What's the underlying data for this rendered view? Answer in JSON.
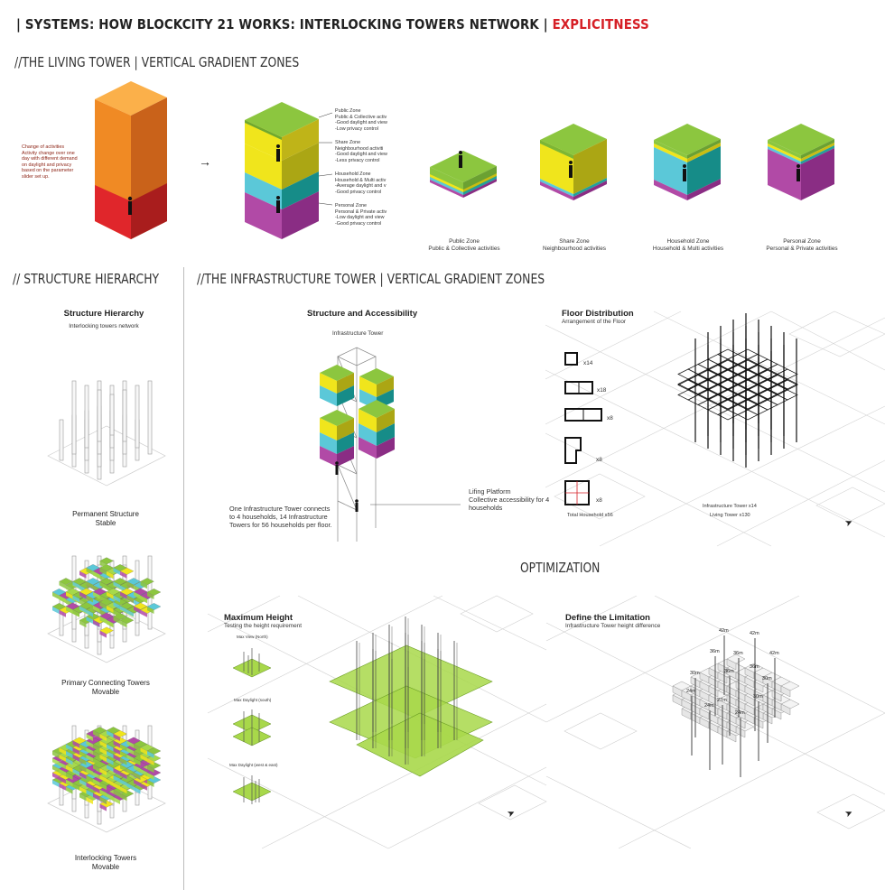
{
  "header": {
    "title": "| SYSTEMS: HOW BLOCKCITY 21 WORKS: INTERLOCKING TOWERS NETWORK",
    "sep": " | ",
    "highlight": "EXPLICITNESS"
  },
  "living_tower": {
    "section_title": "//THE LIVING TOWER | VERTICAL GRADIENT ZONES",
    "note": [
      "Change of activities",
      "Activity change over one",
      "day with different demand",
      "on daylight and privacy",
      "based on the parameter",
      "slider set up."
    ],
    "arrow": "→",
    "zones": [
      {
        "lines": [
          "Public Zone",
          "Public & Collective activ",
          "-Good daylight and view",
          "-Low privacy control"
        ]
      },
      {
        "lines": [
          "Share Zone",
          "Neighbourhood activiti",
          "-Good daylight and view",
          "-Less privacy control"
        ]
      },
      {
        "lines": [
          "Household Zone",
          "Household & Multi activ",
          "-Average daylight and v",
          "-Good privacy control"
        ]
      },
      {
        "lines": [
          "Personal Zone",
          "Personal & Private activ",
          "-Low daylight and view",
          "-Good privacy control"
        ]
      }
    ],
    "cubes": [
      {
        "title": "Public Zone",
        "sub": "Public & Collective activities"
      },
      {
        "title": "Share Zone",
        "sub": "Neighbourhood activities"
      },
      {
        "title": "Household Zone",
        "sub": "Household & Multi activities"
      },
      {
        "title": "Personal Zone",
        "sub": "Personal & Private activities"
      }
    ],
    "colors": {
      "green": "#8cc63f",
      "yellow": "#f0e51c",
      "cyan": "#5bc8d8",
      "magenta": "#b14aa6",
      "orange": "#f28c28",
      "red": "#e0262b"
    }
  },
  "hierarchy": {
    "section_title": "// STRUCTURE HIERARCHY",
    "title": "Structure Hierarchy",
    "subtitle": "Interlocking towers network",
    "captions": [
      [
        "Permanent Structure",
        "Stable"
      ],
      [
        "Primary Connecting Towers",
        "Movable"
      ],
      [
        "Interlocking Towers",
        "Movable"
      ]
    ]
  },
  "infra": {
    "section_title": "//THE INFRASTRUCTURE TOWER | VERTICAL GRADIENT ZONES",
    "structure_title": "Structure and Accessibility",
    "tower_label": "Infrastructure Tower",
    "connect_note": [
      "One Infrastructure Tower connects",
      "to 4 households, 14 Infrastructure",
      "Towers for 56 households per floor."
    ],
    "lift_note": [
      "Lifing Platform",
      "Collective accessibility for 4",
      "households"
    ],
    "floor_title": "Floor Distribution",
    "floor_sub": "Arrangement of the Floor",
    "floor_counts": [
      "x14",
      "x18",
      "x8",
      "x8",
      "x8"
    ],
    "total": "Total Household x56",
    "tower_counts": [
      "Infrastructure Tower x14",
      "Living Tower x130"
    ]
  },
  "optimization": {
    "title": "OPTIMIZATION",
    "max_title": "Maximum Height",
    "max_sub": "Testing the height requirement",
    "mini_labels": [
      "Max View (North)",
      "Max Daylight (south)",
      "Max Daylight (west & east)"
    ],
    "limit_title": "Define the Limitation",
    "limit_sub": "Infrastructure Tower height difference",
    "heights": [
      "42m",
      "42m",
      "36m",
      "36m",
      "42m",
      "36m",
      "36m",
      "30m",
      "30m",
      "24m",
      "27m",
      "24m",
      "24m",
      "30m"
    ]
  }
}
